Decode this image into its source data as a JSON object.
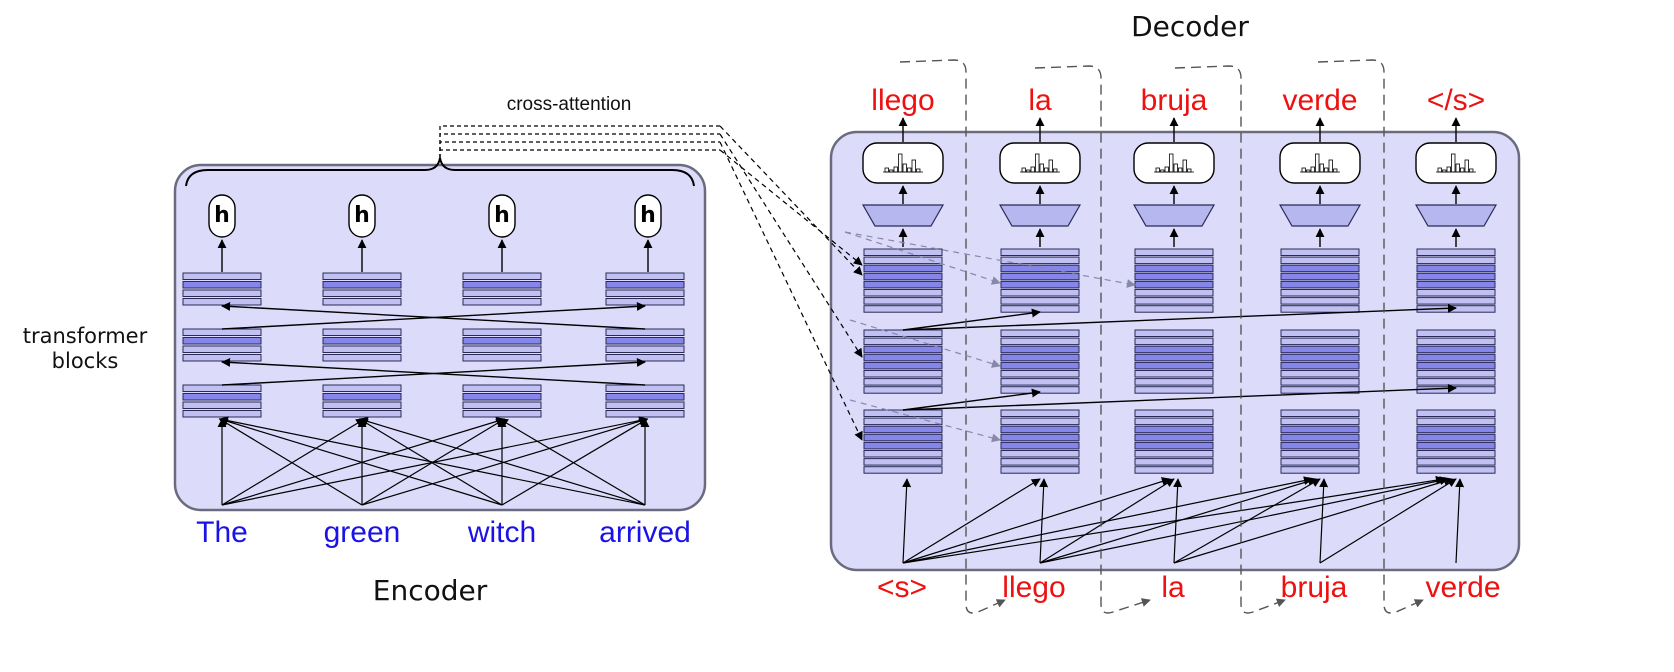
{
  "titles": {
    "encoder": "Encoder",
    "decoder": "Decoder",
    "cross_attention": "cross-attention",
    "transformer_blocks_line1": "transformer",
    "transformer_blocks_line2": "blocks"
  },
  "encoder_hidden_symbol": "h",
  "encoder_inputs": [
    "The",
    "green",
    "witch",
    "arrived"
  ],
  "decoder_inputs": [
    "<s>",
    "llego",
    "la",
    "bruja",
    "verde"
  ],
  "decoder_outputs": [
    "llego",
    "la",
    "bruja",
    "verde",
    "</s>"
  ],
  "colors": {
    "panel_fill": "#dcdcfa",
    "panel_stroke": "#6b6b80",
    "layer_light": "#c0c0f2",
    "layer_dark": "#8585ea",
    "projection_fill": "#b7b7ef",
    "encoder_text": "#1a12e6",
    "decoder_text": "#ee1111"
  }
}
